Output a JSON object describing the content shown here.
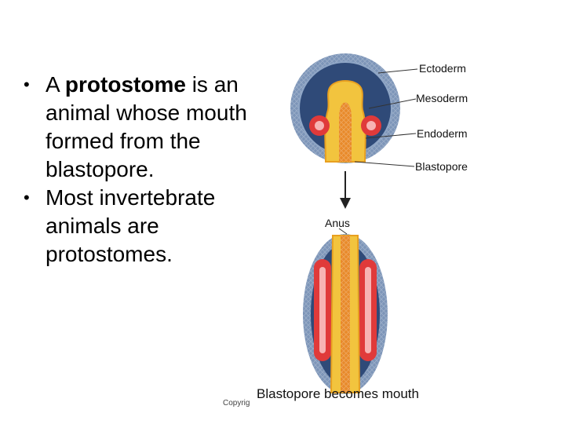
{
  "bullets": {
    "item1_pre": "A ",
    "item1_bold": "protostome",
    "item1_post": " is an animal whose mouth formed from the blastopore.",
    "item2": "Most invertebrate animals are protostomes."
  },
  "diagram": {
    "labels": {
      "ectoderm": "Ectoderm",
      "mesoderm": "Mesoderm",
      "endoderm": "Endoderm",
      "blastopore": "Blastopore",
      "anus": "Anus"
    },
    "caption": "Blastopore becomes mouth",
    "copyright": "Copyrig"
  },
  "colors": {
    "ectoderm": "#7d95b8",
    "mesoderm": "#e03a3a",
    "endoderm": "#f2c43e",
    "cavity": "#2f4a78"
  }
}
